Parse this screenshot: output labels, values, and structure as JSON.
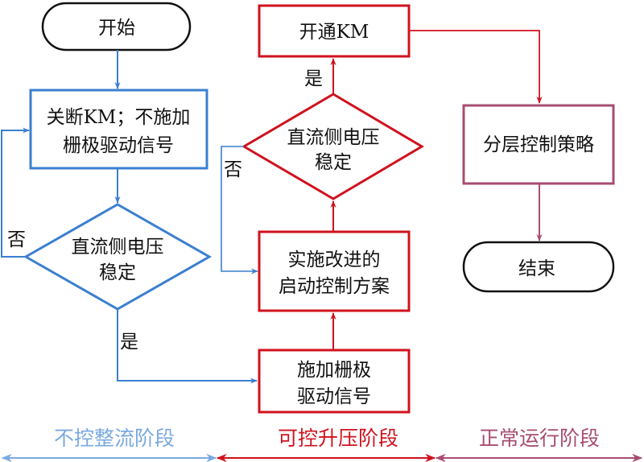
{
  "colors": {
    "phase1": "#3b7fd0",
    "phase1_label": "#7aa9e0",
    "phase2": "#d0121e",
    "phase3": "#a84c72",
    "terminal": "#111111"
  },
  "nodes": {
    "start": "开始",
    "off_km": [
      "关断KM；不施加",
      "栅极驱动信号"
    ],
    "check1": [
      "直流侧电压",
      "稳定"
    ],
    "apply_gate": [
      "施加栅极",
      "驱动信号"
    ],
    "improved_start": [
      "实施改进的",
      "启动控制方案"
    ],
    "check2": [
      "直流侧电压",
      "稳定"
    ],
    "on_km": "开通KM",
    "layered_control": "分层控制策略",
    "end": "结束"
  },
  "edge_labels": {
    "check1_no": "否",
    "check1_yes": "是",
    "check2_no": "否",
    "check2_yes": "是"
  },
  "phases": [
    {
      "label": "不控整流阶段"
    },
    {
      "label": "可控升压阶段"
    },
    {
      "label": "正常运行阶段"
    }
  ]
}
